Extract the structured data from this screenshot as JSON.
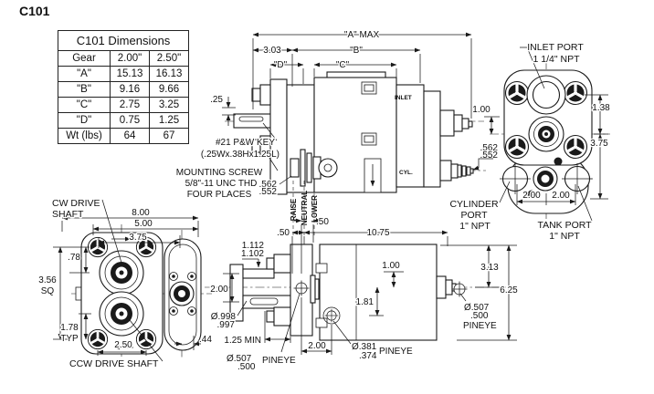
{
  "title": "C101",
  "table": {
    "title": "C101 Dimensions",
    "col_headers": [
      "Gear",
      "2.00\"",
      "2.50\""
    ],
    "rows": [
      {
        "label": "\"A\"",
        "v1": "15.13",
        "v2": "16.13"
      },
      {
        "label": "\"B\"",
        "v1": "9.16",
        "v2": "9.66"
      },
      {
        "label": "\"C\"",
        "v1": "2.75",
        "v2": "3.25"
      },
      {
        "label": "\"D\"",
        "v1": "0.75",
        "v2": "1.25"
      },
      {
        "label": "Wt (lbs)",
        "v1": "64",
        "v2": "67"
      }
    ]
  },
  "top_view": {
    "dim_a_max": "\"A\" MAX",
    "dim_3_03": "3.03",
    "dim_b": "\"B\"",
    "dim_d": "\"D\"",
    "dim_c": "\"C\"",
    "dim_0_25": ".25",
    "key_note_1": "#21 P&W KEY",
    "key_note_2": "(.25Wx.38Hx1.25L)",
    "screw_note_1": "MOUNTING SCREW",
    "screw_note_2": "5/8\"-11 UNC THD",
    "screw_note_3": "FOUR PLACES",
    "dim_562": ".562",
    "dim_552": ".552",
    "valve_raise": "RAISE",
    "valve_neutral": "NEUTRAL",
    "valve_lower": "LOWER",
    "marking_inlet": "INLET",
    "marking_cyl": "CYL."
  },
  "port_view": {
    "callout_inlet_1": "INLET PORT",
    "callout_inlet_2": "1 1/4\" NPT",
    "dim_1_00": "1.00",
    "dim_1_38": "1.38",
    "dim_3_75": "3.75",
    "dim_562": ".562",
    "dim_552": ".552",
    "dim_2_00_l": "2.00",
    "dim_2_00_r": "2.00",
    "callout_cyl_1": "CYLINDER",
    "callout_cyl_2": "PORT",
    "callout_cyl_3": "1\" NPT",
    "callout_tank_1": "TANK PORT",
    "callout_tank_2": "1\" NPT"
  },
  "shaft_view": {
    "callout_cw_1": "CW DRIVE",
    "callout_cw_2": "SHAFT",
    "callout_ccw": "CCW DRIVE SHAFT",
    "dim_8_00": "8.00",
    "dim_5_00": "5.00",
    "dim_3_75": "3.75",
    "dim_0_78": ".78",
    "dim_3_56": "3.56",
    "dim_3_56_suffix": "SQ",
    "dim_1_78": "1.78",
    "dim_1_78_suffix": "TYP",
    "dim_2_50": "2.50",
    "dim_0_44": ".44"
  },
  "lower_view": {
    "dim_50_upper": ".50",
    "dim_50_lower": ".50",
    "dim_10_75": "10.75",
    "dim_1_112": "1.112",
    "dim_1_102": "1.102",
    "dim_2_00_left": "2.00",
    "dia_998": "Ø.998",
    "dia_997": ".997",
    "dim_1_25_min": "1.25 MIN",
    "dim_1_00": "1.00",
    "dim_1_81": "1.81",
    "dim_2_00_bottom": "2.00",
    "dia_381": "Ø.381",
    "dia_374": ".374",
    "pineye_mid": "PINEYE",
    "dia_507_bottom": "Ø.507",
    "dia_500_bottom": ".500",
    "pineye_bottom": "PINEYE",
    "dim_3_13": "3.13",
    "dim_6_25": "6.25",
    "dia_507_right": "Ø.507",
    "dia_500_right": ".500",
    "pineye_right": "PINEYE"
  }
}
